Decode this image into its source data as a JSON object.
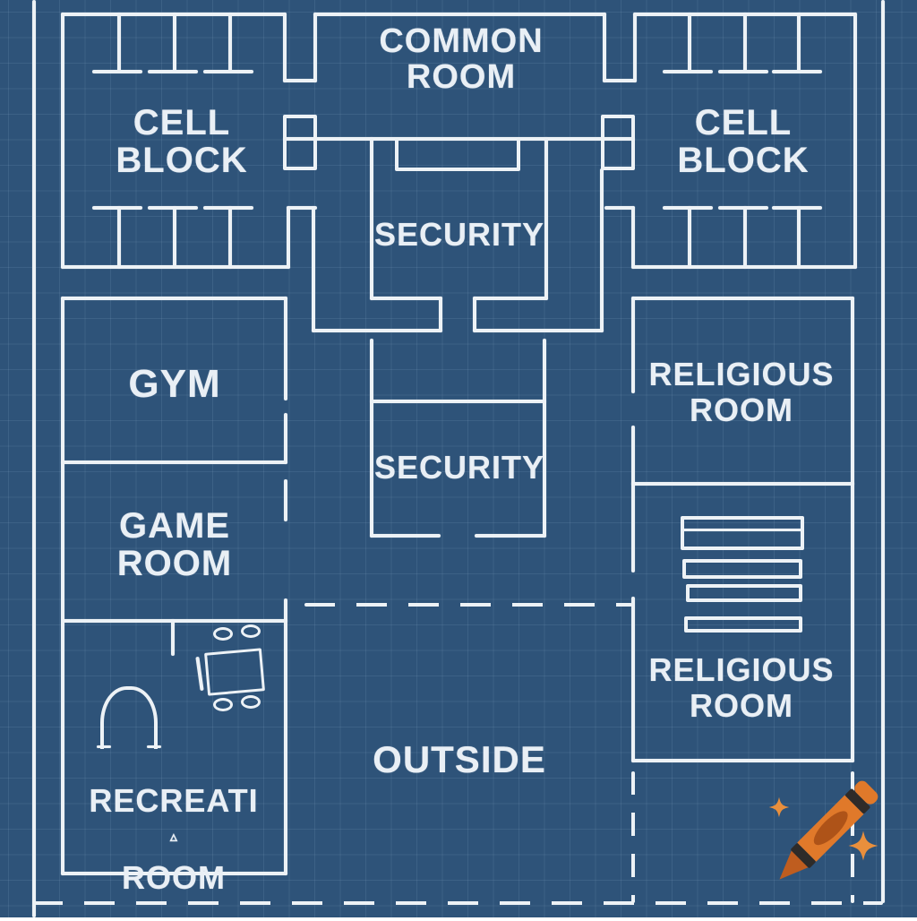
{
  "figure_title": "prison blueprint floor plan",
  "rooms": {
    "common": {
      "line1": "COMMON",
      "line2": "ROOM"
    },
    "cell_block_left": {
      "line1": "CELL",
      "line2": "BLOCK"
    },
    "cell_block_right": {
      "line1": "CELL",
      "line2": "BLOCK"
    },
    "security_upper": {
      "line1": "SECURITY"
    },
    "security_lower": {
      "line1": "SECURITY"
    },
    "gym": {
      "line1": "GYM"
    },
    "religious_upper": {
      "line1": "RELIGIOUS",
      "line2": "ROOM"
    },
    "game": {
      "line1": "GAME",
      "line2": "ROOM"
    },
    "religious_lower": {
      "line1": "RELIGIOUS",
      "line2": "ROOM"
    },
    "outside": {
      "line1": "OUTSIDE"
    },
    "recreation": {
      "line1": "RECREATI",
      "sup": "▵",
      "line2": "ROOM"
    }
  },
  "colors": {
    "background": "#2e5379",
    "grid_line": "#3d628c",
    "wall": "#edf2f6",
    "text": "#e9eff5",
    "crayon_body": "#e0792a",
    "crayon_tip": "#bf5d1f",
    "crayon_oval": "#ae5318",
    "crayon_band": "#2e2b29",
    "sparkle": "#e98f3c"
  },
  "icons": [
    {
      "name": "crayon-icon"
    },
    {
      "name": "sparkle-icon"
    }
  ]
}
